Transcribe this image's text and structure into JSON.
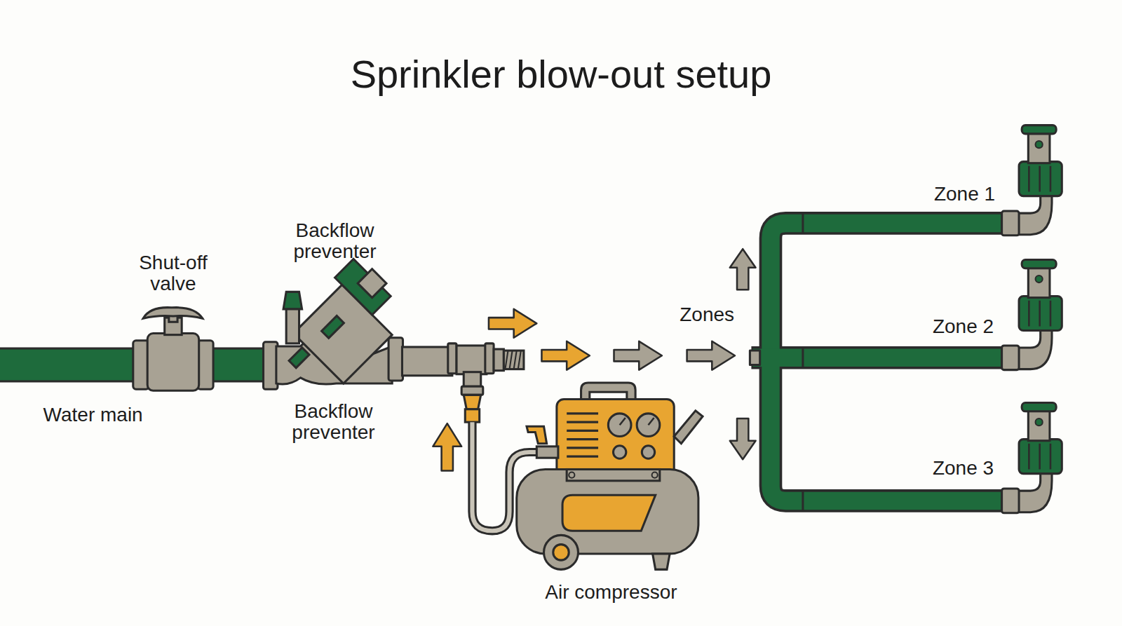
{
  "diagram": {
    "title": "Sprinkler blow-out setup",
    "labels": [
      "Water main",
      "Shut-off valve",
      "Backflow preventer",
      "Backflow preventer",
      "Zones",
      "Zone 1",
      "Zone 2",
      "Zone 3",
      "Air compressor"
    ]
  }
}
